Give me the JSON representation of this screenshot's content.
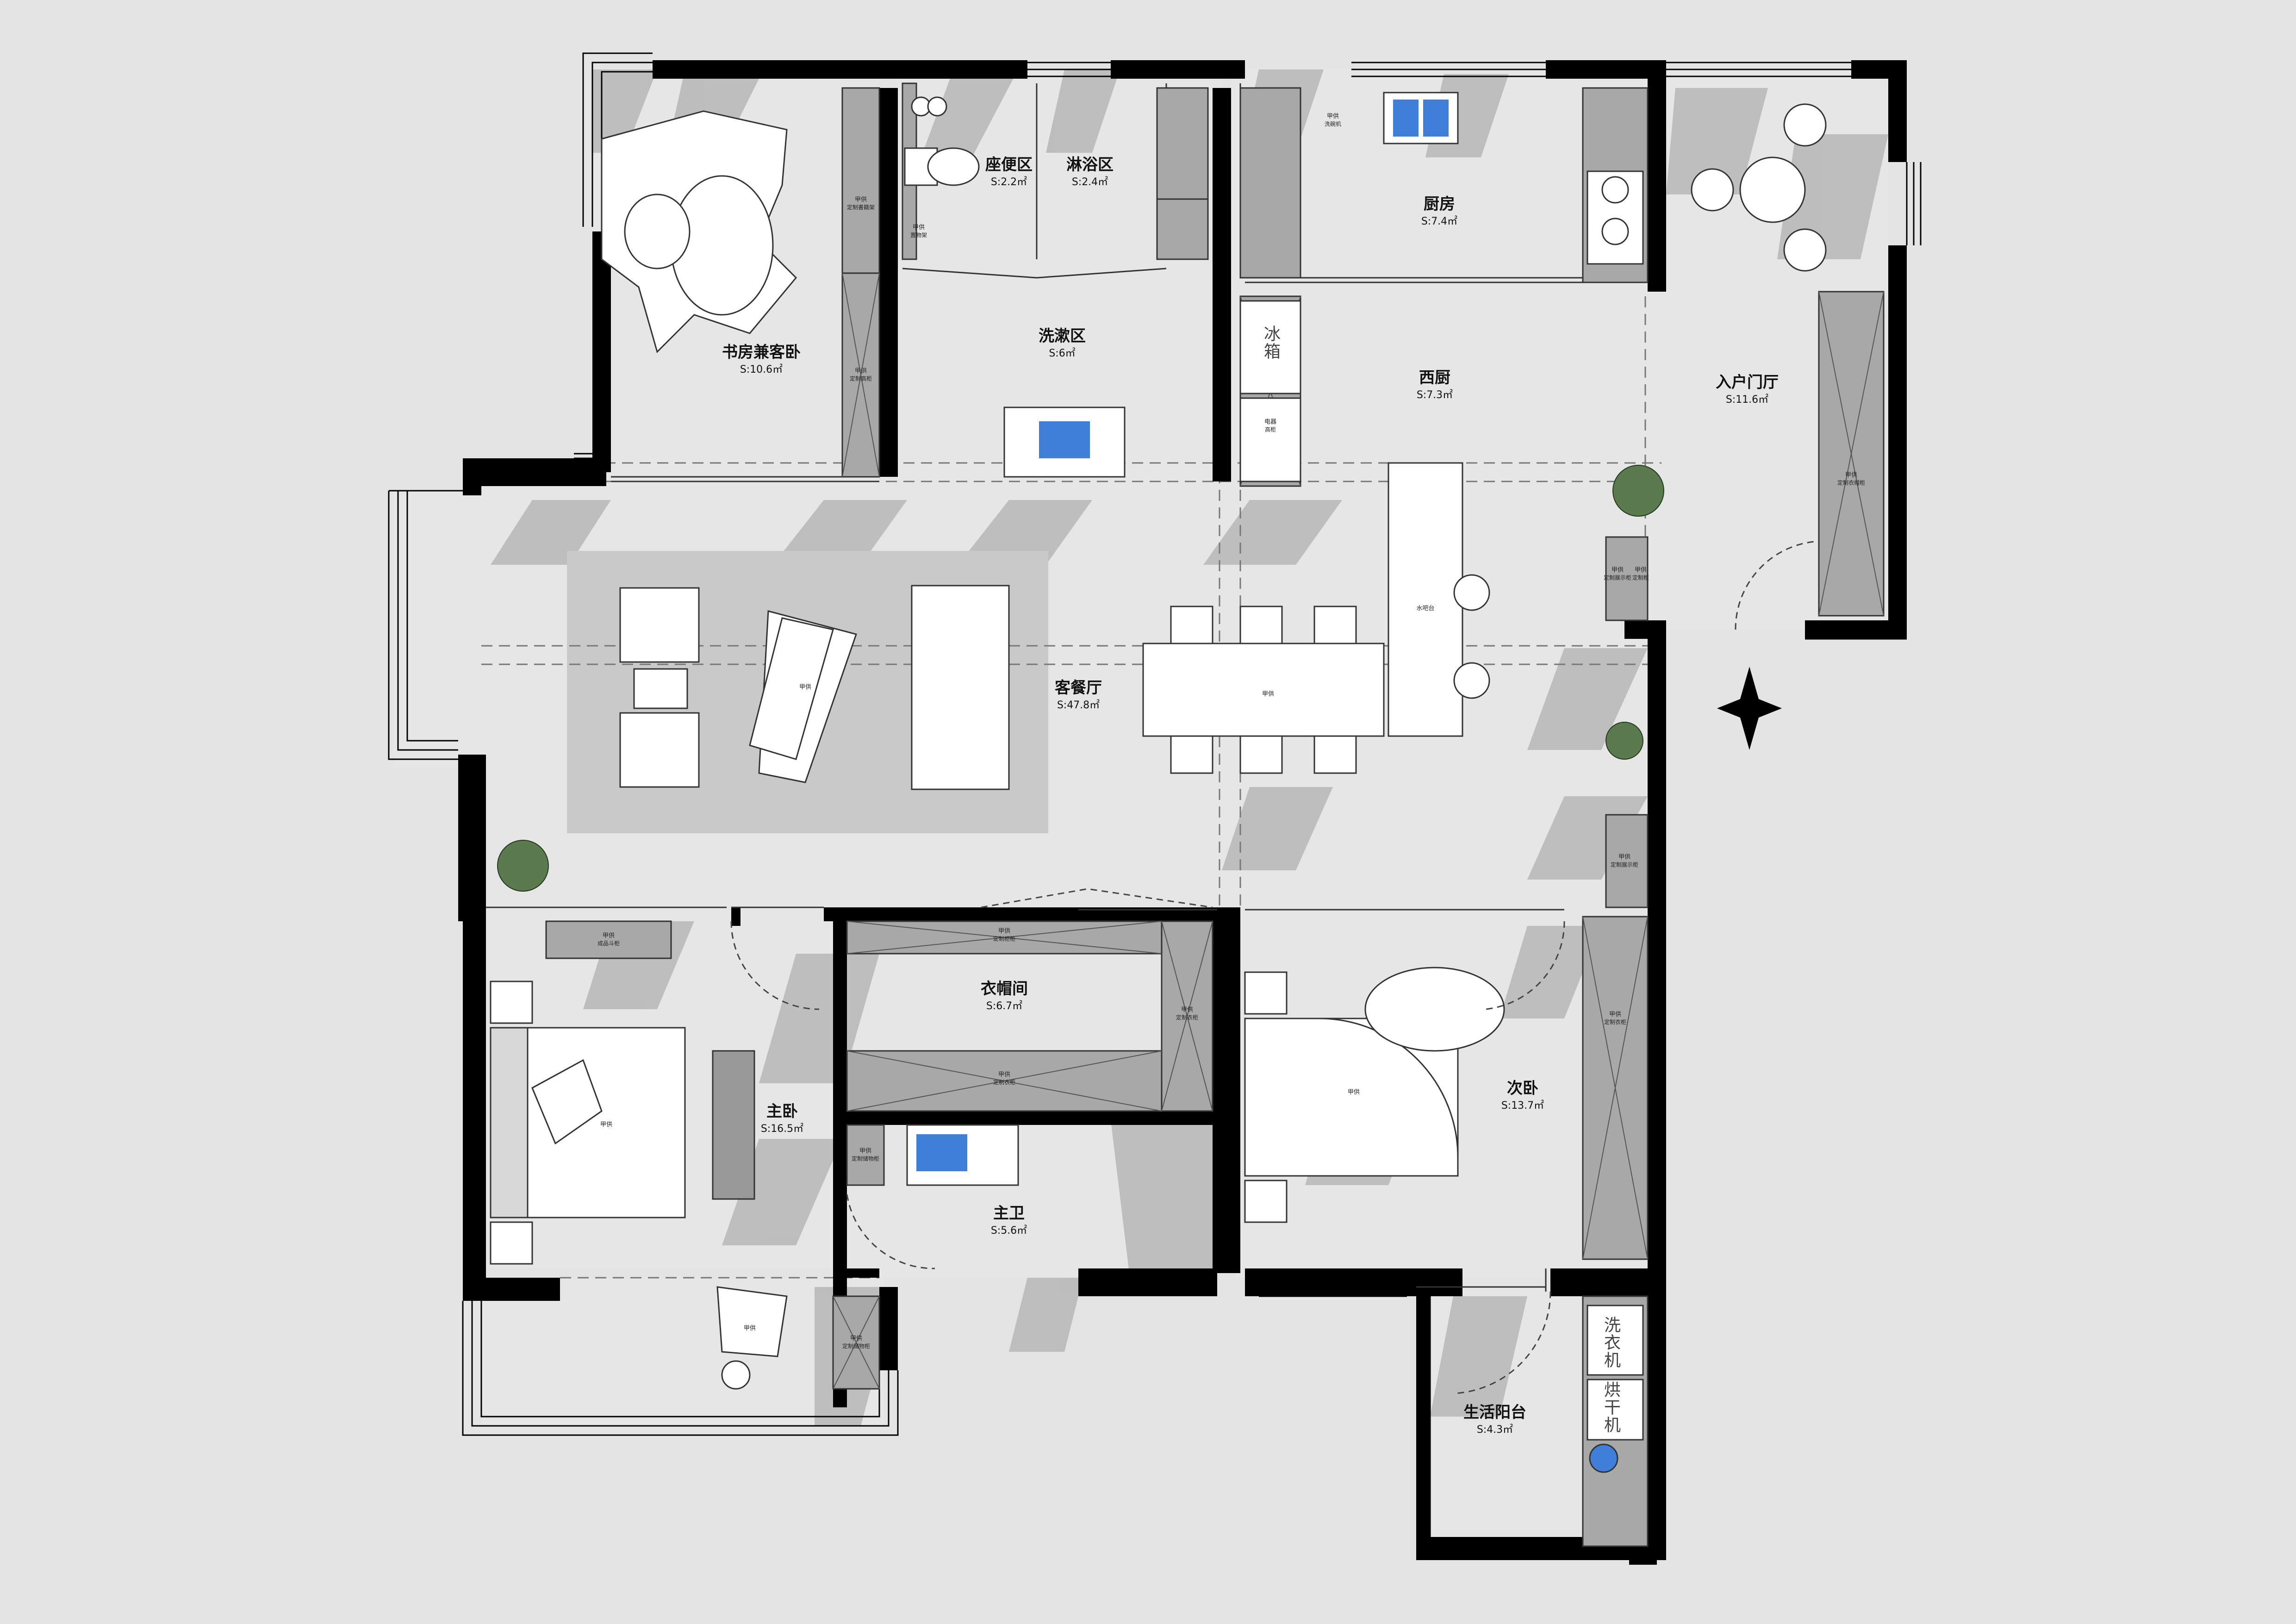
{
  "colors": {
    "background": "#e4e4e4",
    "wall": "#000000",
    "floor": "#e6e6e6",
    "shadow": "#b9b9b9",
    "rug": "#c9c9c9",
    "cabinet": "#a8a8a8",
    "sink": "#3f7fd8"
  },
  "rooms": {
    "study": {
      "name": "书房兼客卧",
      "area": "S:10.6㎡"
    },
    "toilet": {
      "name": "座便区",
      "area": "S:2.2㎡"
    },
    "shower": {
      "name": "淋浴区",
      "area": "S:2.4㎡"
    },
    "washing": {
      "name": "洗漱区",
      "area": "S:6㎡"
    },
    "kitchen": {
      "name": "厨房",
      "area": "S:7.4㎡"
    },
    "west_kitchen": {
      "name": "西厨",
      "area": "S:7.3㎡"
    },
    "entry": {
      "name": "入户门厅",
      "area": "S:11.6㎡"
    },
    "living": {
      "name": "客餐厅",
      "area": "S:47.8㎡"
    },
    "wardrobe": {
      "name": "衣帽间",
      "area": "S:6.7㎡"
    },
    "master": {
      "name": "主卧",
      "area": "S:16.5㎡"
    },
    "master_bath": {
      "name": "主卫",
      "area": "S:5.6㎡"
    },
    "second": {
      "name": "次卧",
      "area": "S:13.7㎡"
    },
    "balcony": {
      "name": "生活阳台",
      "area": "S:4.3㎡"
    }
  },
  "furniture": {
    "study_shelf": {
      "main": "甲供",
      "sub": "定制書籍架"
    },
    "study_cabinet": {
      "main": "甲供",
      "sub": "定制高柜"
    },
    "toilet_rack": {
      "main": "甲供",
      "sub": "置物架"
    },
    "washer": {
      "main": "甲供",
      "sub": "洗碗机"
    },
    "fridge": "冰箱",
    "oven": {
      "main": "电器",
      "sub": "高柜"
    },
    "living_table": "甲供",
    "dining_table": "甲供",
    "water_bar": "水吧台",
    "shoe_cabinet": {
      "main": "甲供",
      "sub": "定制衣帽柜"
    },
    "display_left": {
      "main": "甲供",
      "sub": "定制展示柜"
    },
    "display_right": {
      "main": "甲供",
      "sub": "定制柜"
    },
    "display_lower": {
      "main": "甲供",
      "sub": "定制展示柜"
    },
    "master_bedhead": {
      "main": "甲供",
      "sub": "成品斗柜"
    },
    "master_bed": "甲供",
    "wardrobe_top": {
      "main": "甲供",
      "sub": "定制柜柜"
    },
    "wardrobe_side": {
      "main": "甲供",
      "sub": "定制衣柜"
    },
    "wardrobe_bottom": {
      "main": "甲供",
      "sub": "定制衣柜"
    },
    "bath_cabinet": {
      "main": "甲供",
      "sub": "定制储物柜"
    },
    "second_bed": "甲供",
    "second_wardrobe": {
      "main": "甲供",
      "sub": "定制衣柜"
    },
    "balcony_chair": "甲供",
    "balcony_cabinet": {
      "main": "甲供",
      "sub": "定制储物柜"
    },
    "washing_machine": "洗衣机",
    "dryer": "烘干机"
  }
}
